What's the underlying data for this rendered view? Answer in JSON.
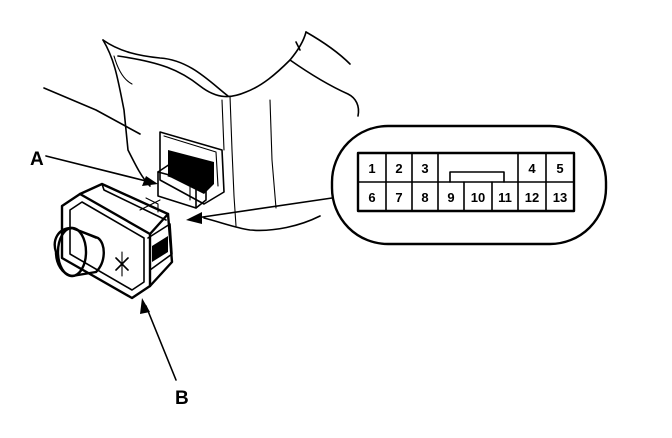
{
  "callouts": {
    "a": "A",
    "b": "B"
  },
  "connector_pins": {
    "top_row": [
      "1",
      "2",
      "3",
      "4",
      "5"
    ],
    "bottom_row": [
      "6",
      "7",
      "8",
      "9",
      "10",
      "11",
      "12",
      "13"
    ]
  },
  "colors": {
    "ink": "#000000",
    "paper": "#ffffff"
  }
}
